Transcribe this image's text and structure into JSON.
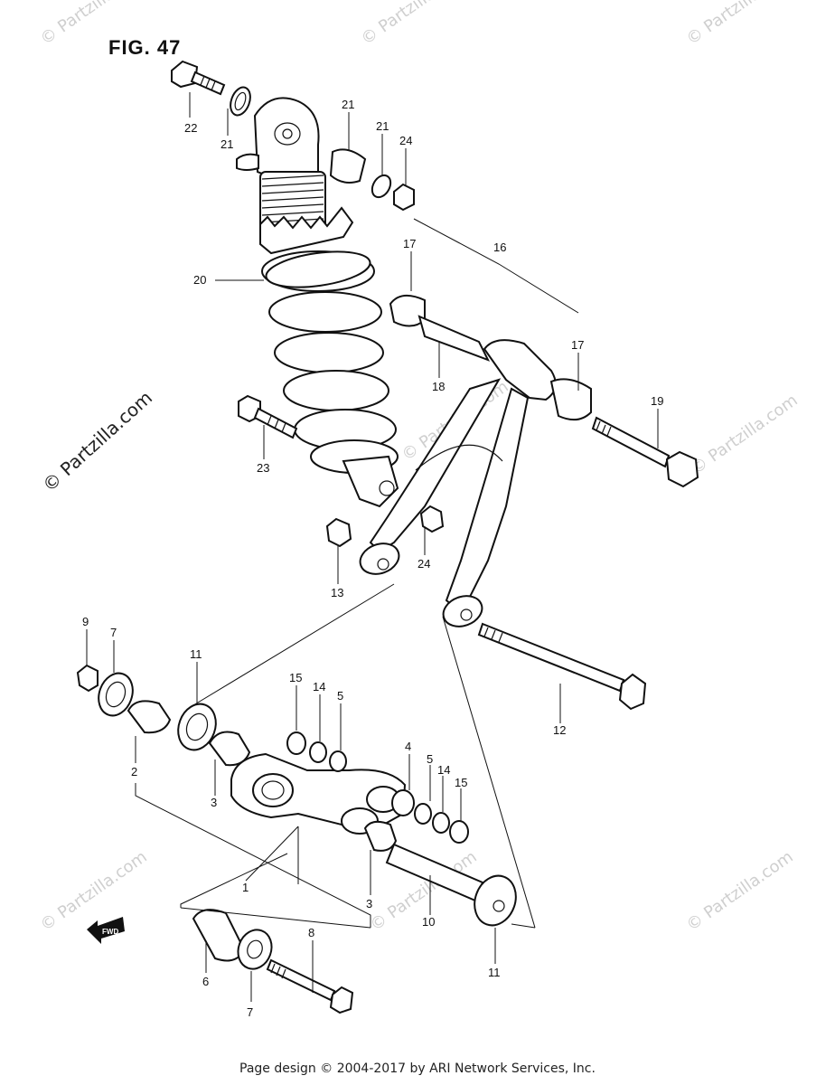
{
  "figure": {
    "title": "FIG. 47"
  },
  "callouts": [
    {
      "id": "c22",
      "text": "22"
    },
    {
      "id": "c21a",
      "text": "21"
    },
    {
      "id": "c21b",
      "text": "21"
    },
    {
      "id": "c21c",
      "text": "21"
    },
    {
      "id": "c24a",
      "text": "24"
    },
    {
      "id": "c16",
      "text": "16"
    },
    {
      "id": "c17a",
      "text": "17"
    },
    {
      "id": "c17b",
      "text": "17"
    },
    {
      "id": "c20",
      "text": "20"
    },
    {
      "id": "c18",
      "text": "18"
    },
    {
      "id": "c19",
      "text": "19"
    },
    {
      "id": "c23",
      "text": "23"
    },
    {
      "id": "c13",
      "text": "13"
    },
    {
      "id": "c24b",
      "text": "24"
    },
    {
      "id": "c9",
      "text": "9"
    },
    {
      "id": "c7a",
      "text": "7"
    },
    {
      "id": "c11a",
      "text": "11"
    },
    {
      "id": "c15a",
      "text": "15"
    },
    {
      "id": "c14a",
      "text": "14"
    },
    {
      "id": "c5a",
      "text": "5"
    },
    {
      "id": "c12",
      "text": "12"
    },
    {
      "id": "c2",
      "text": "2"
    },
    {
      "id": "c3a",
      "text": "3"
    },
    {
      "id": "c4",
      "text": "4"
    },
    {
      "id": "c5b",
      "text": "5"
    },
    {
      "id": "c14b",
      "text": "14"
    },
    {
      "id": "c15b",
      "text": "15"
    },
    {
      "id": "c1",
      "text": "1"
    },
    {
      "id": "c3b",
      "text": "3"
    },
    {
      "id": "c10",
      "text": "10"
    },
    {
      "id": "c11b",
      "text": "11"
    },
    {
      "id": "c6",
      "text": "6"
    },
    {
      "id": "c7b",
      "text": "7"
    },
    {
      "id": "c8",
      "text": "8"
    }
  ],
  "fwd_badge": "FWD",
  "watermarks": {
    "diagonal": "© Partzilla.com",
    "corner": "© Partzilla.com"
  },
  "footer": "Page design © 2004-2017 by ARI Network Services, Inc."
}
